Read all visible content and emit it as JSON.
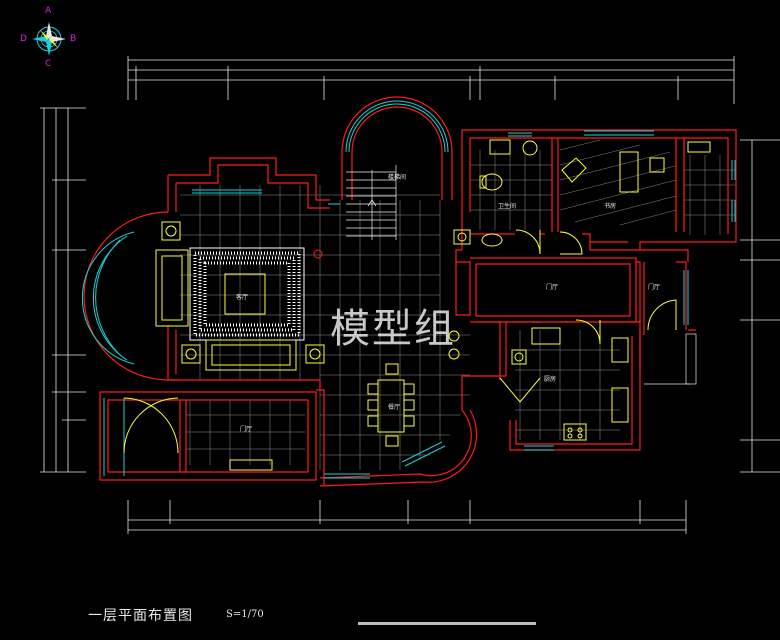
{
  "compass": {
    "north": "A",
    "east": "B",
    "south": "C",
    "west": "D"
  },
  "drawing": {
    "title": "一层平面布置图",
    "scale": "S=1/70",
    "watermark": "模型组"
  },
  "rooms": [
    {
      "id": "living",
      "label": "客厅"
    },
    {
      "id": "stair",
      "label": "楼梯间"
    },
    {
      "id": "bath",
      "label": "卫生间"
    },
    {
      "id": "study",
      "label": "书房"
    },
    {
      "id": "hall",
      "label": "门厅"
    },
    {
      "id": "entry",
      "label": "门厅"
    },
    {
      "id": "dining",
      "label": "餐厅"
    },
    {
      "id": "kitchen",
      "label": "厨房"
    },
    {
      "id": "porch",
      "label": "门厅"
    }
  ],
  "colors": {
    "background": "#000000",
    "wall": "#ff1a1a",
    "window": "#19d3dc",
    "furniture": "#ffff33",
    "dimension": "#ffffff",
    "hatch": "#f0f0f0",
    "compass": "#e020e0"
  }
}
